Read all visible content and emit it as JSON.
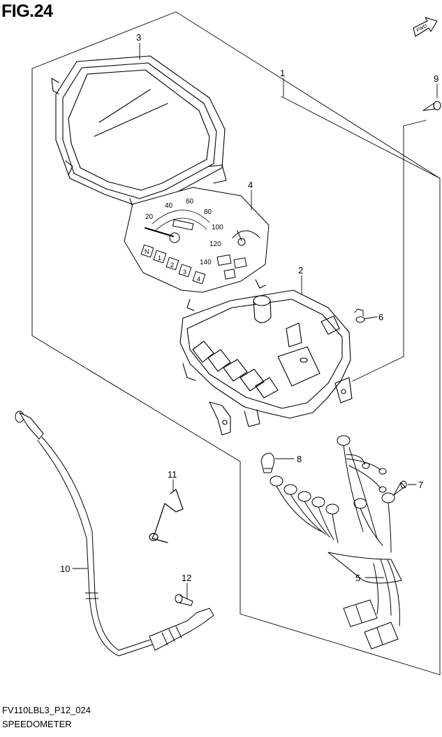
{
  "figure": {
    "title": "FIG.24"
  },
  "direction_badge": "FWD",
  "callouts": [
    "1",
    "2",
    "3",
    "4",
    "5",
    "6",
    "7",
    "8",
    "9",
    "10",
    "11",
    "12"
  ],
  "speed_scale": [
    "20",
    "40",
    "60",
    "80",
    "100",
    "120",
    "140"
  ],
  "gear_labels": [
    "N",
    "1",
    "2",
    "3",
    "4"
  ],
  "footer": {
    "code": "FV110LBL3_P12_024",
    "name": "SPEEDOMETER"
  }
}
